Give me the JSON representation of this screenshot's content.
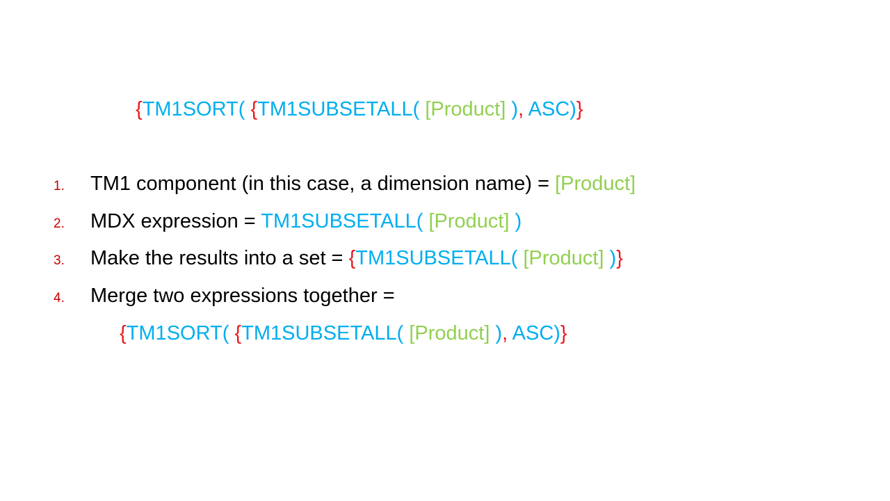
{
  "slide": {
    "background": "#ffffff",
    "colors": {
      "red": "#e8191f",
      "number_red": "#c00000",
      "blue": "#00aeef",
      "green": "#92d050",
      "black": "#000000",
      "background": "#ffffff"
    },
    "header_expression": {
      "full_text": "{TM1SORT( {TM1SUBSETALL( [Product] )}, ASC)}",
      "segments": [
        {
          "t": "{",
          "c": "red"
        },
        {
          "t": "TM1SORT( ",
          "c": "blue"
        },
        {
          "t": "{",
          "c": "red"
        },
        {
          "t": "TM1SUBSETALL( ",
          "c": "blue"
        },
        {
          "t": "[Product]",
          "c": "green"
        },
        {
          "t": " )",
          "c": "blue"
        },
        {
          "t": ",",
          "c": "red"
        },
        {
          "t": " ASC)",
          "c": "blue"
        },
        {
          "t": "}",
          "c": "red"
        }
      ]
    },
    "list": {
      "items": [
        {
          "number": "1.",
          "full_text": "TM1 component (in this case, a dimension name) = [Product]",
          "segments": [
            {
              "t": "TM1 component (in this case, a dimension name) = ",
              "c": "black"
            },
            {
              "t": "[Product]",
              "c": "green"
            }
          ]
        },
        {
          "number": "2.",
          "full_text": "MDX expression = TM1SUBSETALL( [Product] )",
          "segments": [
            {
              "t": "MDX expression = ",
              "c": "black"
            },
            {
              "t": "TM1SUBSETALL( ",
              "c": "blue"
            },
            {
              "t": "[Product]",
              "c": "green"
            },
            {
              "t": " )",
              "c": "blue"
            }
          ]
        },
        {
          "number": "3.",
          "full_text": "Make the results into a set = {TM1SUBSETALL( [Product] )}",
          "segments": [
            {
              "t": "Make the results into a set = ",
              "c": "black"
            },
            {
              "t": "{",
              "c": "red"
            },
            {
              "t": "TM1SUBSETALL( ",
              "c": "blue"
            },
            {
              "t": "[Product]",
              "c": "green"
            },
            {
              "t": " )",
              "c": "blue"
            },
            {
              "t": "}",
              "c": "red"
            }
          ]
        },
        {
          "number": "4.",
          "full_text": "Merge two expressions together =",
          "segments": [
            {
              "t": "Merge two expressions together =",
              "c": "black"
            }
          ],
          "continuation_full_text": "{TM1SORT( {TM1SUBSETALL( [Product] )}, ASC)}",
          "continuation_segments": [
            {
              "t": "{",
              "c": "red"
            },
            {
              "t": "TM1SORT( ",
              "c": "blue"
            },
            {
              "t": "{",
              "c": "red"
            },
            {
              "t": "TM1SUBSETALL( ",
              "c": "blue"
            },
            {
              "t": "[Product]",
              "c": "green"
            },
            {
              "t": " )",
              "c": "blue"
            },
            {
              "t": ",",
              "c": "red"
            },
            {
              "t": " ASC)",
              "c": "blue"
            },
            {
              "t": "}",
              "c": "red"
            }
          ]
        }
      ]
    }
  }
}
